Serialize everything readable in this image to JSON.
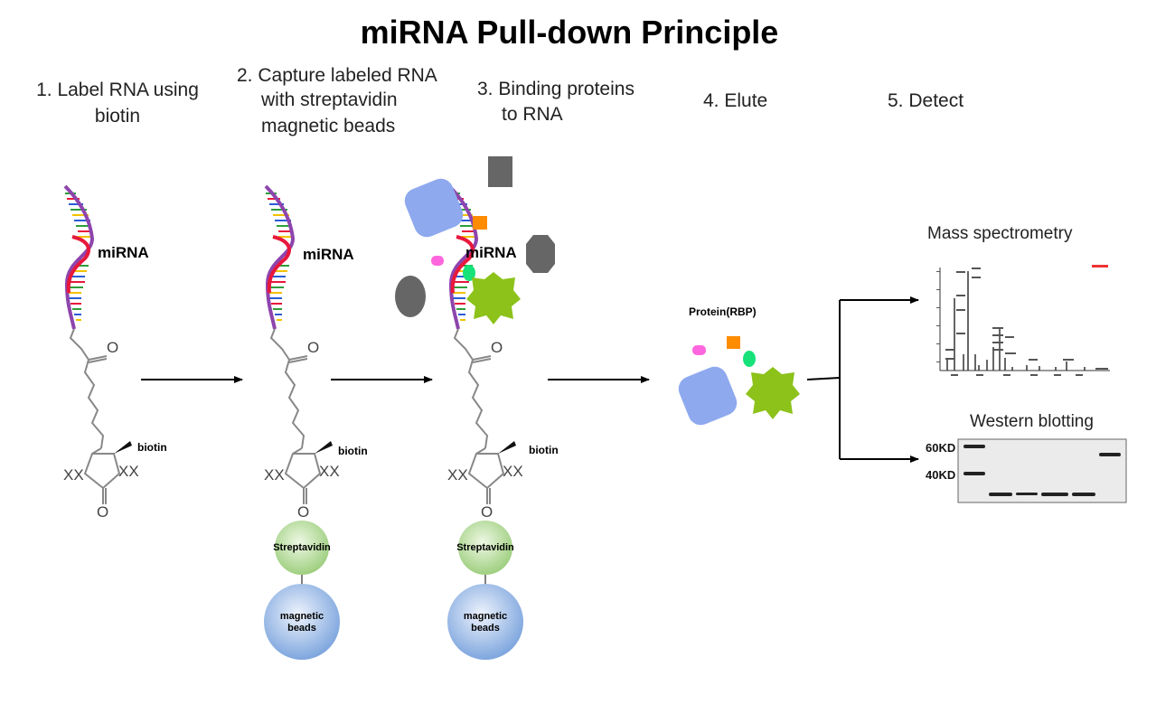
{
  "title": "miRNA Pull-down Principle",
  "steps": {
    "s1": [
      "1. Label RNA using",
      "biotin"
    ],
    "s2": [
      "2. Capture labeled RNA",
      "with streptavidin",
      "magnetic beads"
    ],
    "s3": [
      "3. Binding proteins",
      "to RNA"
    ],
    "s4": "4. Elute",
    "s5": "5. Detect"
  },
  "labels": {
    "mirna": "miRNA",
    "biotin": "biotin",
    "oxygen": "O",
    "xx": "XX",
    "streptavidin": "Streptavidin",
    "magnetic": "magnetic",
    "beads": "beads",
    "protein": "Protein(RBP)",
    "mass_spec": "Mass spectrometry",
    "western": "Western blotting",
    "kd60": "60KD",
    "kd40": "40KD"
  },
  "colors": {
    "backbone_purple": "#8e44ad",
    "backbone_red": "#e8173c",
    "streptavidin": "#a8d48a",
    "magnetic_beads": "#8ab0e0",
    "protein_blue": "#8ea9ee",
    "protein_green": "#8cc21a",
    "protein_gray": "#666666",
    "protein_orange": "#ff8c00",
    "protein_pink": "#ff66dd",
    "protein_mint": "#17e27a"
  }
}
